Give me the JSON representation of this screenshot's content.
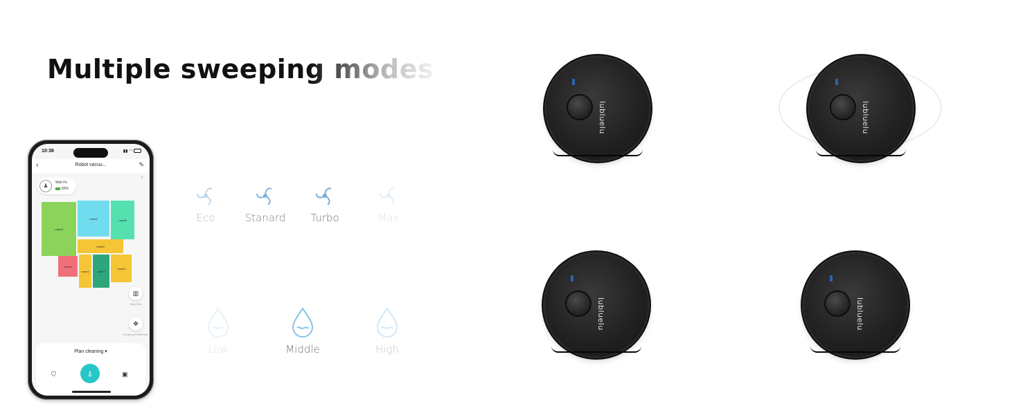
{
  "headline": "Multiple sweeping modes",
  "phone": {
    "status_time": "10:36",
    "app_title": "Robot vacuu...",
    "robot_status": "Wait Fo",
    "battery": "83%",
    "rooms": [
      "room3",
      "room2",
      "room6",
      "room5",
      "room4",
      "room1",
      "room7",
      "room3"
    ],
    "map_edit_label": "Map Edit",
    "preference_label": "Cleaning Preference",
    "plan_label": "Plan cleaning",
    "icons": [
      "back-icon",
      "edit-icon",
      "chevron-down-icon",
      "map-icon",
      "preference-icon",
      "shield-icon",
      "sweep-icon",
      "apps-icon"
    ],
    "colors": {
      "accent": "#26c6c9"
    }
  },
  "suction_modes": [
    {
      "label": "Eco",
      "icon": "fan-icon",
      "opacity": 0.45
    },
    {
      "label": "Stanard",
      "icon": "fan-icon",
      "opacity": 0.85
    },
    {
      "label": "Turbo",
      "icon": "fan-icon",
      "opacity": 0.95
    },
    {
      "label": "Max",
      "icon": "fan-icon",
      "opacity": 0.18
    }
  ],
  "water_levels": [
    {
      "label": "Low",
      "icon": "water-drop-icon",
      "opacity": 0.2
    },
    {
      "label": "Middle",
      "icon": "water-drop-icon",
      "opacity": 0.95
    },
    {
      "label": "High",
      "icon": "water-drop-icon",
      "opacity": 0.35
    }
  ],
  "robots": [
    {
      "brand": "lubluelu"
    },
    {
      "brand": "lubluelu"
    },
    {
      "brand": "lubluelu"
    },
    {
      "brand": "lubluelu"
    }
  ]
}
